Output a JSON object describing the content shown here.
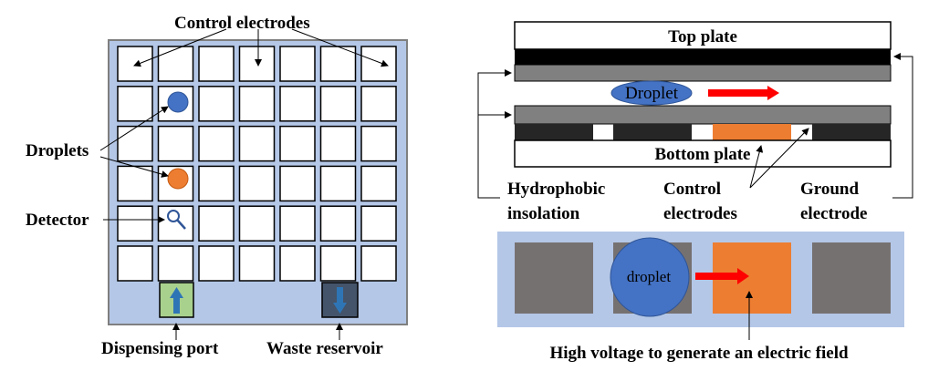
{
  "left": {
    "labels": {
      "control_electrodes": "Control electrodes",
      "droplets": "Droplets",
      "detector": "Detector",
      "dispensing_port": "Dispensing port",
      "waste_reservoir": "Waste reservoir"
    },
    "grid": {
      "rows": 6,
      "cols": 7
    },
    "colors": {
      "chip_bg": "#b4c7e7",
      "droplet_blue": "#4472c4",
      "droplet_orange": "#ed7d31",
      "dispense_port": "#a9d18e",
      "waste_reservoir": "#44546a"
    },
    "icons": [
      "magnifier-icon",
      "up-arrow-icon",
      "down-arrow-icon"
    ]
  },
  "right": {
    "labels": {
      "top_plate": "Top plate",
      "bottom_plate": "Bottom plate",
      "droplet": "Droplet",
      "hydrophobic_line1": "Hydrophobic",
      "hydrophobic_line2": "insolation",
      "control_line1": "Control",
      "control_line2": "electrodes",
      "ground_line1": "Ground",
      "ground_line2": "electrode",
      "droplet_lower": "droplet",
      "high_voltage": "High voltage to generate an electric field"
    },
    "colors": {
      "plate_black": "#000000",
      "hydrophobic_gray": "#808080",
      "electrode_dark": "#262626",
      "active_electrode": "#ed7d31",
      "inactive_electrode": "#767171",
      "arrow_red": "#ff0000",
      "panel_bg": "#b4c7e7"
    }
  }
}
